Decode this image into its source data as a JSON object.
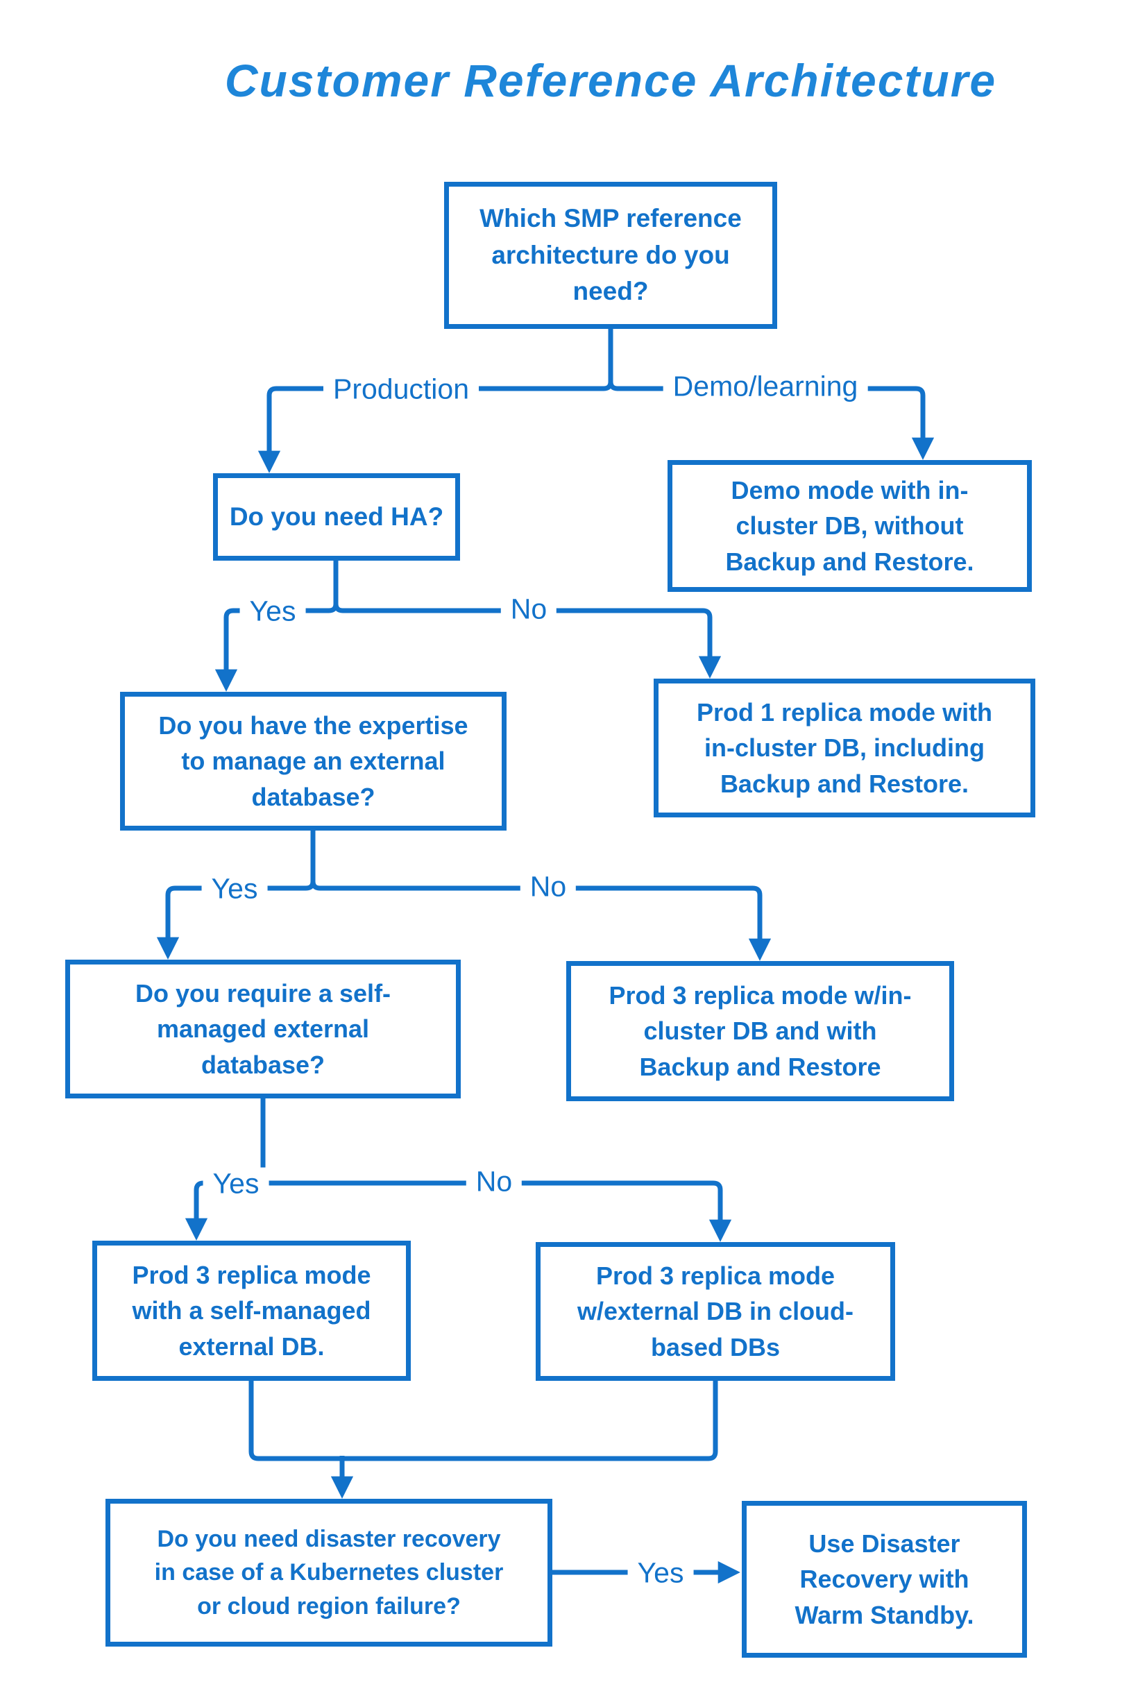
{
  "title": "Customer Reference Architecture",
  "colors": {
    "accent": "#1272ca",
    "title_text": "#1e86d9",
    "background": "#ffffff"
  },
  "nodes": {
    "q_which": {
      "text": "Which SMP reference\narchitecture do you\nneed?"
    },
    "demo_mode": {
      "text": "Demo mode with in-\ncluster DB, without\nBackup and Restore."
    },
    "q_ha": {
      "text": "Do you need HA?"
    },
    "prod1": {
      "text": "Prod 1 replica mode with\nin-cluster DB, including\nBackup and Restore."
    },
    "q_expertise": {
      "text": "Do you have the expertise\nto manage an external\ndatabase?"
    },
    "q_selfmanaged": {
      "text": "Do you require a self-\nmanaged external\ndatabase?"
    },
    "prod3_incluster": {
      "text": "Prod 3 replica mode w/in-\ncluster DB and with\nBackup and Restore"
    },
    "prod3_self": {
      "text": "Prod 3 replica mode\nwith a self-managed\nexternal DB."
    },
    "prod3_cloud": {
      "text": "Prod 3 replica mode\nw/external DB in cloud-\nbased DBs"
    },
    "q_dr": {
      "text": "Do you need disaster recovery\nin case of a Kubernetes cluster\nor cloud region failure?"
    },
    "use_dr": {
      "text": "Use Disaster\nRecovery with\nWarm Standby."
    }
  },
  "labels": {
    "branch1_left": "Production",
    "branch1_right": "Demo/learning",
    "branch2_left": "Yes",
    "branch2_right": "No",
    "branch3_left": "Yes",
    "branch3_right": "No",
    "branch4_left": "Yes",
    "branch4_right": "No",
    "final_yes": "Yes"
  }
}
